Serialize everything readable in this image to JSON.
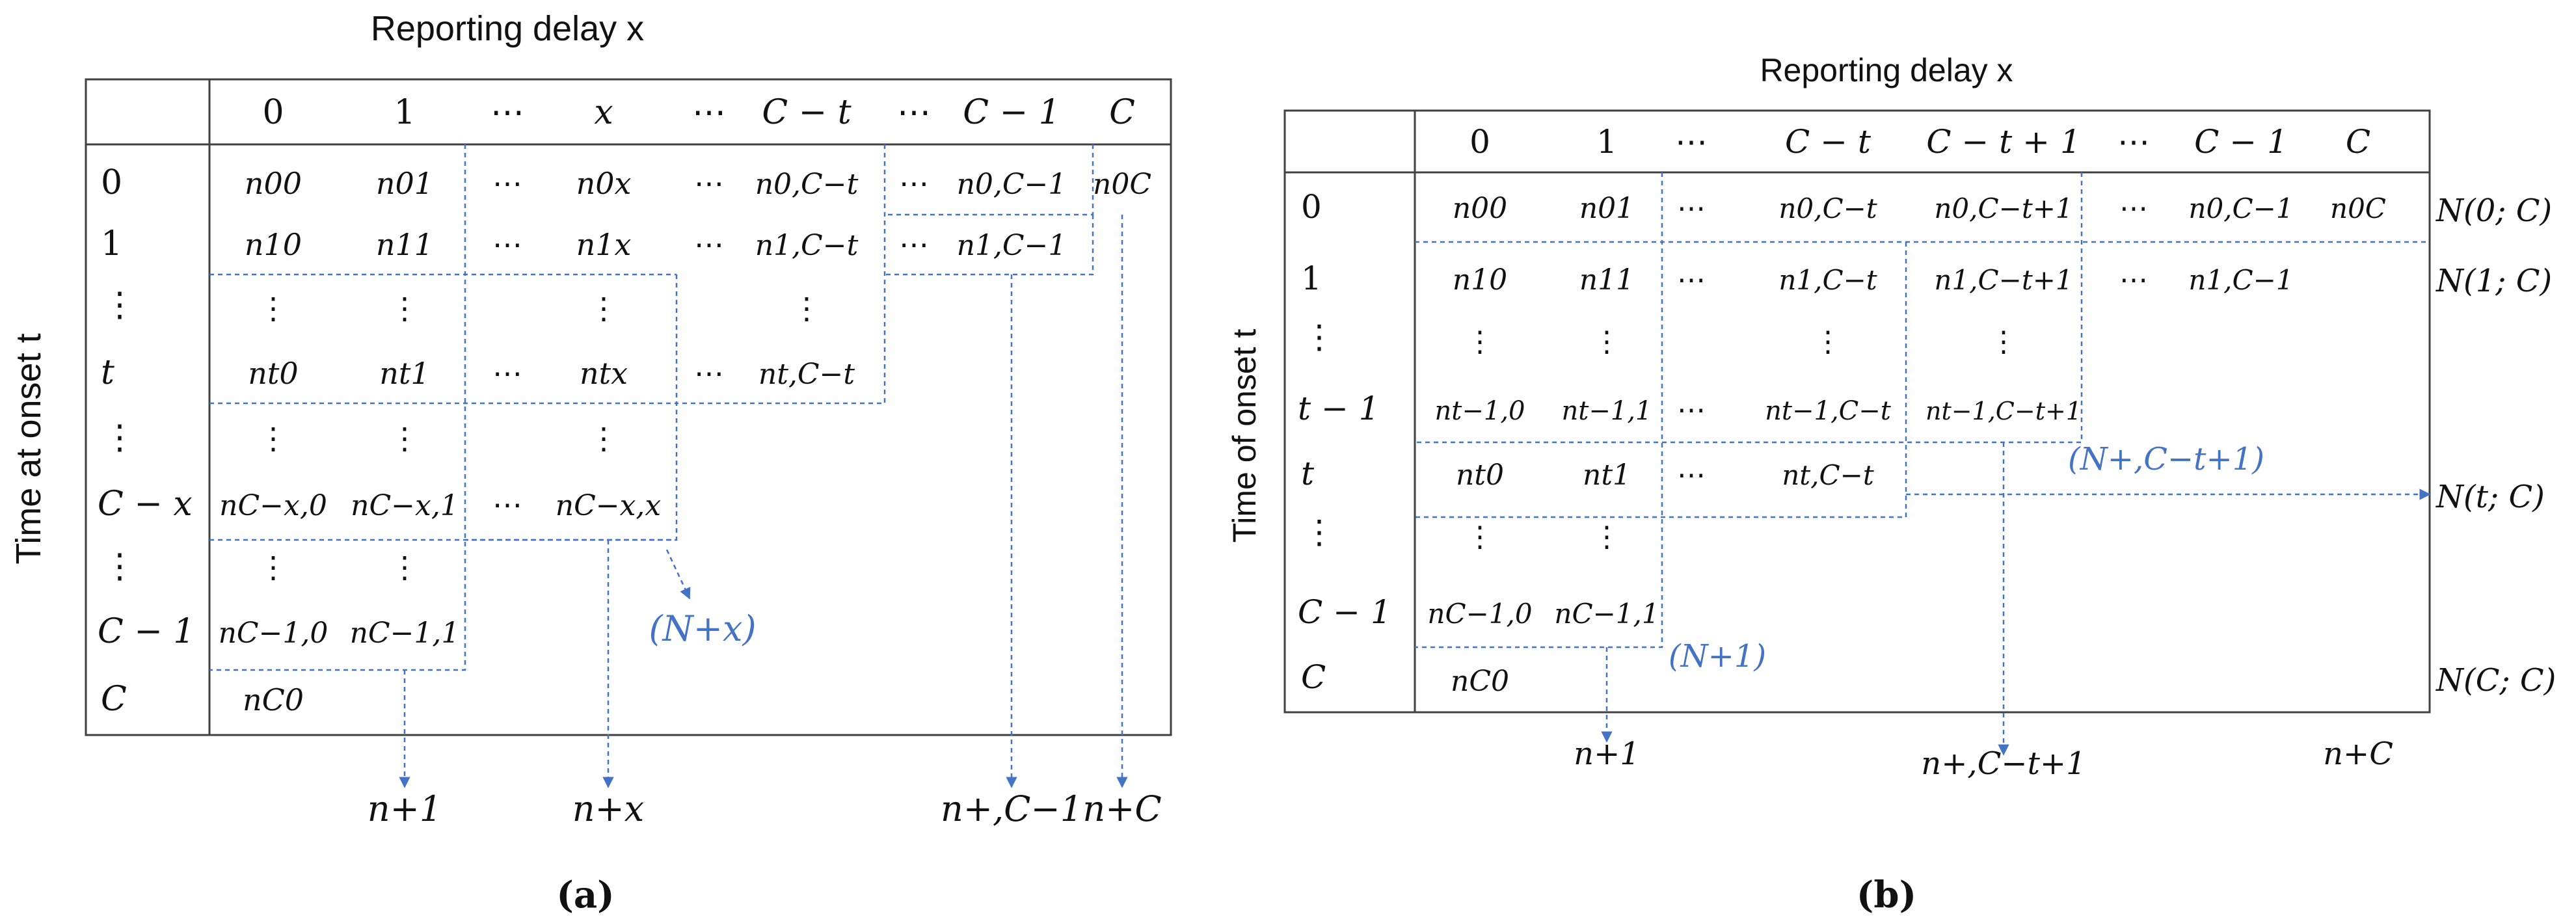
{
  "colors": {
    "line": "#404040",
    "accent": "#4472c4",
    "text": "#111111"
  },
  "panel_a": {
    "title": "Reporting delay x",
    "ylabel": "Time at onset t",
    "caption": "(a)",
    "cols": [
      "0",
      "1",
      "⋯",
      "x",
      "⋯",
      "C − t",
      "⋯",
      "C − 1",
      "C"
    ],
    "rows": [
      "0",
      "1",
      "⋮",
      "t",
      "⋮",
      "C − x",
      "⋮",
      "C − 1",
      "C"
    ],
    "cells": [
      [
        "n00",
        "n01",
        "⋯",
        "n0x",
        "⋯",
        "n0,C−t",
        "⋯",
        "n0,C−1",
        "n0C"
      ],
      [
        "n10",
        "n11",
        "⋯",
        "n1x",
        "⋯",
        "n1,C−t",
        "⋯",
        "n1,C−1",
        ""
      ],
      [
        "⋮",
        "⋮",
        "",
        "⋮",
        "",
        "⋮",
        "",
        "",
        ""
      ],
      [
        "nt0",
        "nt1",
        "⋯",
        "ntx",
        "⋯",
        "nt,C−t",
        "",
        "",
        ""
      ],
      [
        "⋮",
        "⋮",
        "",
        "⋮",
        "",
        "",
        "",
        "",
        ""
      ],
      [
        "nC−x,0",
        "nC−x,1",
        "⋯",
        "nC−x,x",
        "",
        "",
        "",
        "",
        ""
      ],
      [
        "⋮",
        "⋮",
        "",
        "",
        "",
        "",
        "",
        "",
        ""
      ],
      [
        "nC−1,0",
        "nC−1,1",
        "",
        "",
        "",
        "",
        "",
        "",
        ""
      ],
      [
        "nC0",
        "",
        "",
        "",
        "",
        "",
        "",
        "",
        ""
      ]
    ],
    "annotation": "(N+x)",
    "totals": [
      "n+1",
      "n+x",
      "n+,C−1",
      "n+C"
    ]
  },
  "panel_b": {
    "title": "Reporting delay x",
    "ylabel": "Time of onset t",
    "caption": "(b)",
    "cols": [
      "0",
      "1",
      "⋯",
      "C − t",
      "C − t + 1",
      "⋯",
      "C − 1",
      "C"
    ],
    "rows": [
      "0",
      "1",
      "⋮",
      "t − 1",
      "t",
      "⋮",
      "C − 1",
      "C"
    ],
    "cells": [
      [
        "n00",
        "n01",
        "⋯",
        "n0,C−t",
        "n0,C−t+1",
        "⋯",
        "n0,C−1",
        "n0C"
      ],
      [
        "n10",
        "n11",
        "⋯",
        "n1,C−t",
        "n1,C−t+1",
        "⋯",
        "n1,C−1",
        ""
      ],
      [
        "⋮",
        "⋮",
        "",
        "⋮",
        "⋮",
        "",
        "",
        ""
      ],
      [
        "nt−1,0",
        "nt−1,1",
        "⋯",
        "nt−1,C−t",
        "nt−1,C−t+1",
        "",
        "",
        ""
      ],
      [
        "nt0",
        "nt1",
        "⋯",
        "nt,C−t",
        "",
        "",
        "",
        ""
      ],
      [
        "⋮",
        "⋮",
        "",
        "",
        "",
        "",
        "",
        ""
      ],
      [
        "nC−1,0",
        "nC−1,1",
        "",
        "",
        "",
        "",
        "",
        ""
      ],
      [
        "nC0",
        "",
        "",
        "",
        "",
        "",
        "",
        ""
      ]
    ],
    "row_totals": [
      "N(0; C)",
      "N(1; C)",
      "N(t; C)",
      "N(C; C)"
    ],
    "annotations": [
      "(N+,C−t+1)",
      "(N+1)"
    ],
    "totals": [
      "n+1",
      "n+,C−t+1",
      "n+C"
    ]
  }
}
